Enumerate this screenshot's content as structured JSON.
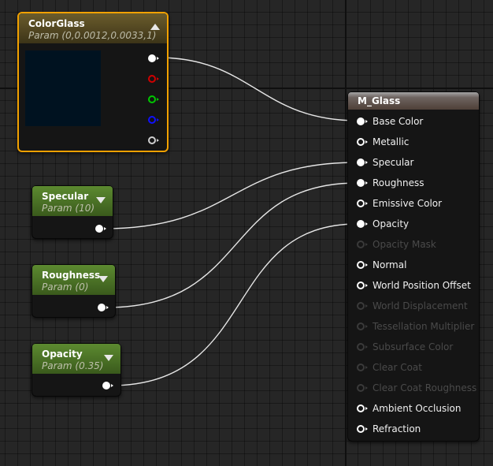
{
  "colorglass": {
    "title": "ColorGlass",
    "subtitle": "Param (0,0.0012,0.0033,1)",
    "preview_color": "#001220",
    "outputs": [
      {
        "name": "rgb-output-pin",
        "color": "white",
        "filled": true
      },
      {
        "name": "r-output-pin",
        "color": "red",
        "filled": false
      },
      {
        "name": "g-output-pin",
        "color": "green",
        "filled": false
      },
      {
        "name": "b-output-pin",
        "color": "blue",
        "filled": false
      },
      {
        "name": "a-output-pin",
        "color": "grey",
        "filled": false
      }
    ]
  },
  "specular": {
    "title": "Specular",
    "subtitle": "Param (10)"
  },
  "roughness": {
    "title": "Roughness",
    "subtitle": "Param (0)"
  },
  "opacity": {
    "title": "Opacity",
    "subtitle": "Param (0.35)"
  },
  "material": {
    "title": "M_Glass",
    "inputs": [
      {
        "label": "Base Color",
        "connected": true,
        "enabled": true
      },
      {
        "label": "Metallic",
        "connected": false,
        "enabled": true
      },
      {
        "label": "Specular",
        "connected": true,
        "enabled": true
      },
      {
        "label": "Roughness",
        "connected": true,
        "enabled": true
      },
      {
        "label": "Emissive Color",
        "connected": false,
        "enabled": true
      },
      {
        "label": "Opacity",
        "connected": true,
        "enabled": true
      },
      {
        "label": "Opacity Mask",
        "connected": false,
        "enabled": false
      },
      {
        "label": "Normal",
        "connected": false,
        "enabled": true
      },
      {
        "label": "World Position Offset",
        "connected": false,
        "enabled": true
      },
      {
        "label": "World Displacement",
        "connected": false,
        "enabled": false
      },
      {
        "label": "Tessellation Multiplier",
        "connected": false,
        "enabled": false
      },
      {
        "label": "Subsurface Color",
        "connected": false,
        "enabled": false
      },
      {
        "label": "Clear Coat",
        "connected": false,
        "enabled": false
      },
      {
        "label": "Clear Coat Roughness",
        "connected": false,
        "enabled": false
      },
      {
        "label": "Ambient Occlusion",
        "connected": false,
        "enabled": true
      },
      {
        "label": "Refraction",
        "connected": false,
        "enabled": true
      }
    ]
  },
  "colors": {
    "selection": "#f2a100",
    "param_header": "#4a7226",
    "wire": "#e6e6e6",
    "grid_bg": "#262626"
  }
}
